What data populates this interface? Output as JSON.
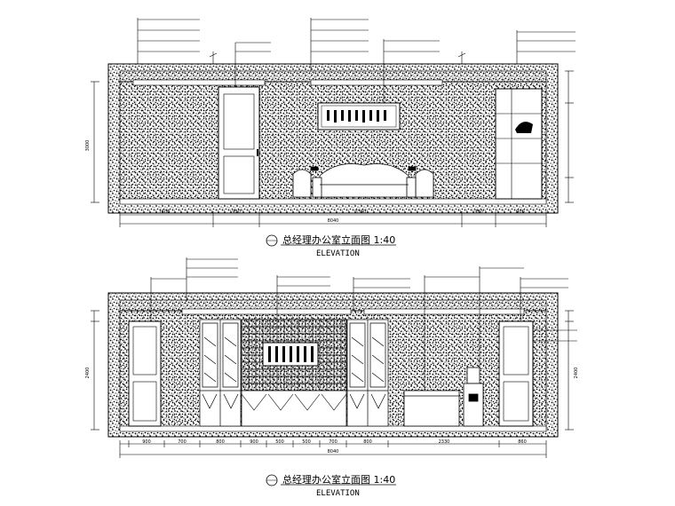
{
  "elevations": [
    {
      "title": "总经理办公室立面图 1:40",
      "subtitle": "ELEVATION",
      "dims_bottom": [
        "1400",
        "900",
        "3340",
        "980",
        "900"
      ],
      "dim_total": "8040",
      "dims_side": [
        "3000"
      ]
    },
    {
      "title": "总经理办公室立面图 1:40",
      "subtitle": "ELEVATION",
      "dims_bottom": [
        "900",
        "700",
        "800",
        "900",
        "500",
        "500",
        "700",
        "800",
        "2330",
        "860"
      ],
      "dim_total": "8040",
      "dims_side": [
        "2400",
        "2400"
      ]
    }
  ],
  "colors": {
    "ink": "#000000",
    "background": "#ffffff"
  }
}
